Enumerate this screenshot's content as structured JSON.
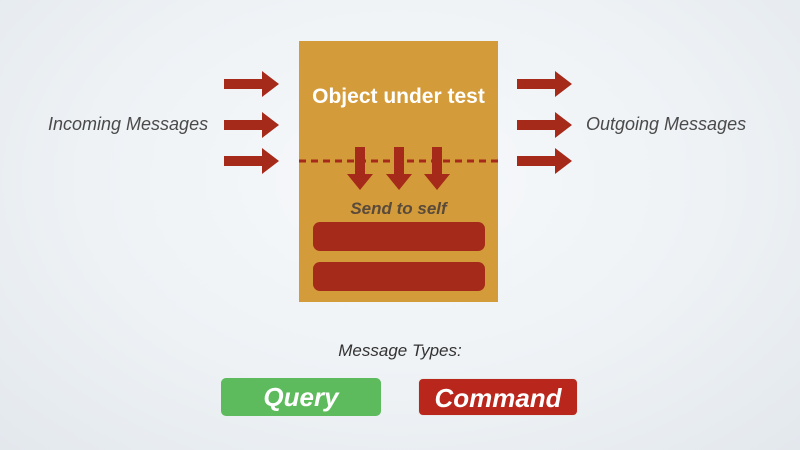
{
  "labels": {
    "incoming": "Incoming Messages",
    "outgoing": "Outgoing Messages",
    "object_title": "Object under test",
    "send_to_self": "Send to self",
    "message_types": "Message Types:"
  },
  "message_types": [
    {
      "label": "Query",
      "color": "#5dbb5d"
    },
    {
      "label": "Command",
      "color": "#b8261c"
    }
  ],
  "colors": {
    "arrow": "#a52a1a",
    "object_box": "#d49b3a",
    "method_bar": "#a52a1a"
  }
}
